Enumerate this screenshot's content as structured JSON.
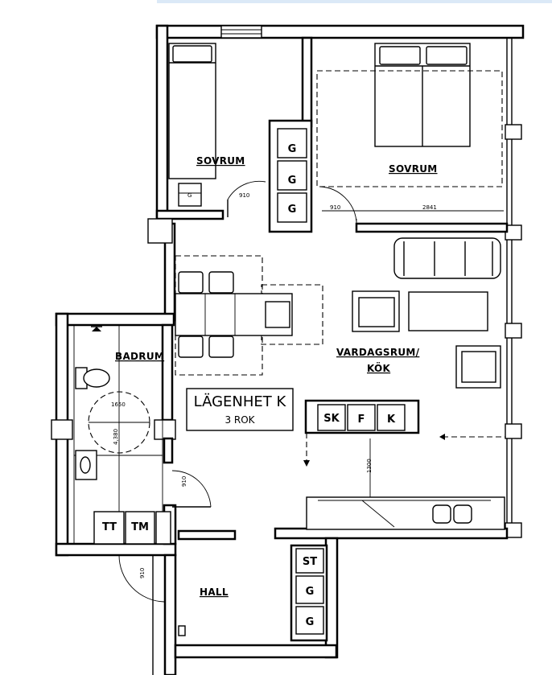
{
  "rooms": {
    "sovrum_left": "SOVRUM",
    "sovrum_right": "SOVRUM",
    "vardagsrum_line1": "VARDAGSRUM/",
    "vardagsrum_line2": "KÖK",
    "badrum": "BADRUM",
    "hall": "HALL"
  },
  "apartment": {
    "title": "LÄGENHET K",
    "subtitle": "3 ROK"
  },
  "closets": {
    "sovrum_g1": "G",
    "sovrum_g2": "G",
    "sovrum_g3": "G",
    "hall_st": "ST",
    "hall_g1": "G",
    "hall_g2": "G"
  },
  "kitchen": {
    "sk": "SK",
    "f": "F",
    "k": "K"
  },
  "bath": {
    "tt": "TT",
    "tm": "TM"
  },
  "dimensions": {
    "sovrum_door": "910",
    "g_door": "910",
    "sovrum_width": "2841",
    "sovrum_small": "G",
    "bath_circle": "1650",
    "bath_vertical": "4,380",
    "bath_door": "910",
    "kitchen_gap": "1300",
    "hall_door": "910"
  }
}
